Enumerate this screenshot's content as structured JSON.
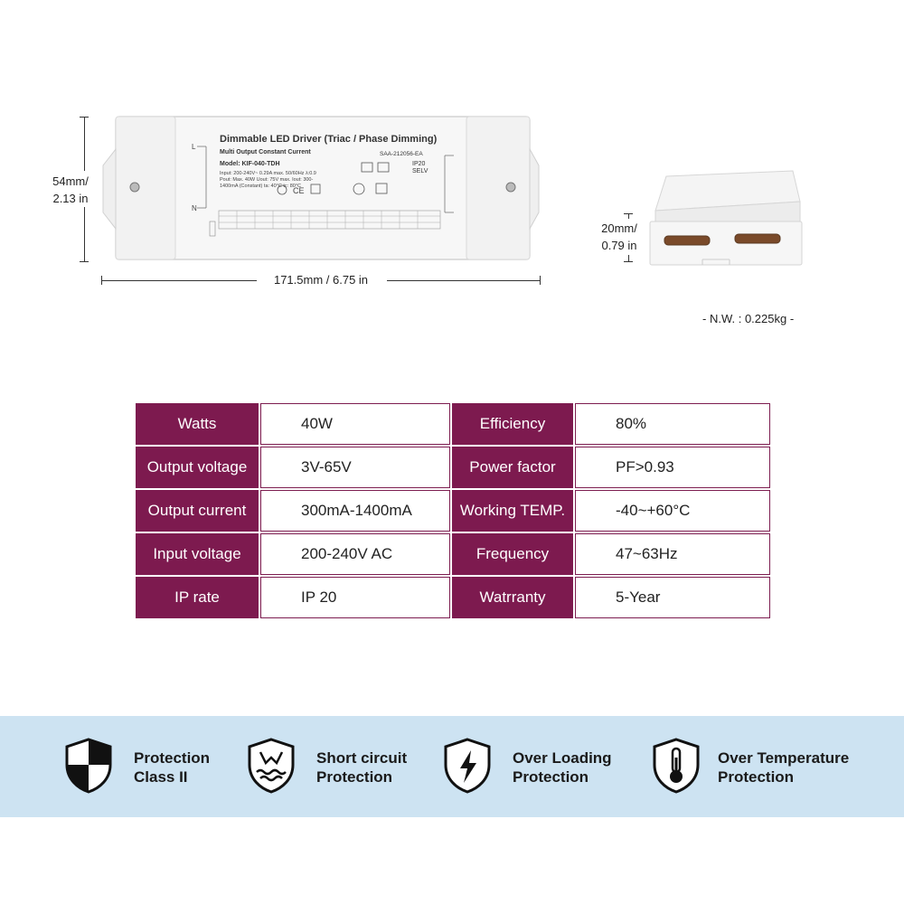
{
  "dimensions": {
    "height": "54mm/",
    "height_in": "2.13 in",
    "length": "171.5mm / 6.75 in",
    "depth": "20mm/",
    "depth_in": "0.79 in"
  },
  "label": {
    "title": "Dimmable LED Driver (Triac / Phase Dimming)",
    "subtitle": "Multi Output Constant Current",
    "model": "Model: KIF-040-TDH",
    "saa": "SAA-212056-EA",
    "ip": "IP20",
    "selv": "SELV",
    "specs": "Input: 200-240V~ 0.29A max. 50/60Hz λ:0.9 Pout: Max. 40W Uout: 75V max. Iout: 300-1400mA (Constant) ta: 40°C tc: 80°C"
  },
  "weight": "- N.W. : 0.225kg -",
  "specs": [
    {
      "k1": "Watts",
      "v1": "40W",
      "k2": "Efficiency",
      "v2": "80%"
    },
    {
      "k1": "Output voltage",
      "v1": "3V-65V",
      "k2": "Power factor",
      "v2": "PF>0.93"
    },
    {
      "k1": "Output current",
      "v1": "300mA-1400mA",
      "k2": "Working TEMP.",
      "v2": "-40~+60°C"
    },
    {
      "k1": "Input voltage",
      "v1": "200-240V AC",
      "k2": "Frequency",
      "v2": "47~63Hz"
    },
    {
      "k1": "IP rate",
      "v1": "IP 20",
      "k2": "Watrranty",
      "v2": "5-Year"
    }
  ],
  "features": [
    {
      "icon": "shield-class2-icon",
      "line1": "Protection",
      "line2": "Class II"
    },
    {
      "icon": "shield-short-circuit-icon",
      "line1": "Short circuit",
      "line2": "Protection"
    },
    {
      "icon": "shield-lightning-icon",
      "line1": "Over Loading",
      "line2": "Protection"
    },
    {
      "icon": "shield-thermometer-icon",
      "line1": "Over Temperature",
      "line2": "Protection"
    }
  ],
  "colors": {
    "accent": "#7d1a4f",
    "band": "#cde3f2"
  }
}
